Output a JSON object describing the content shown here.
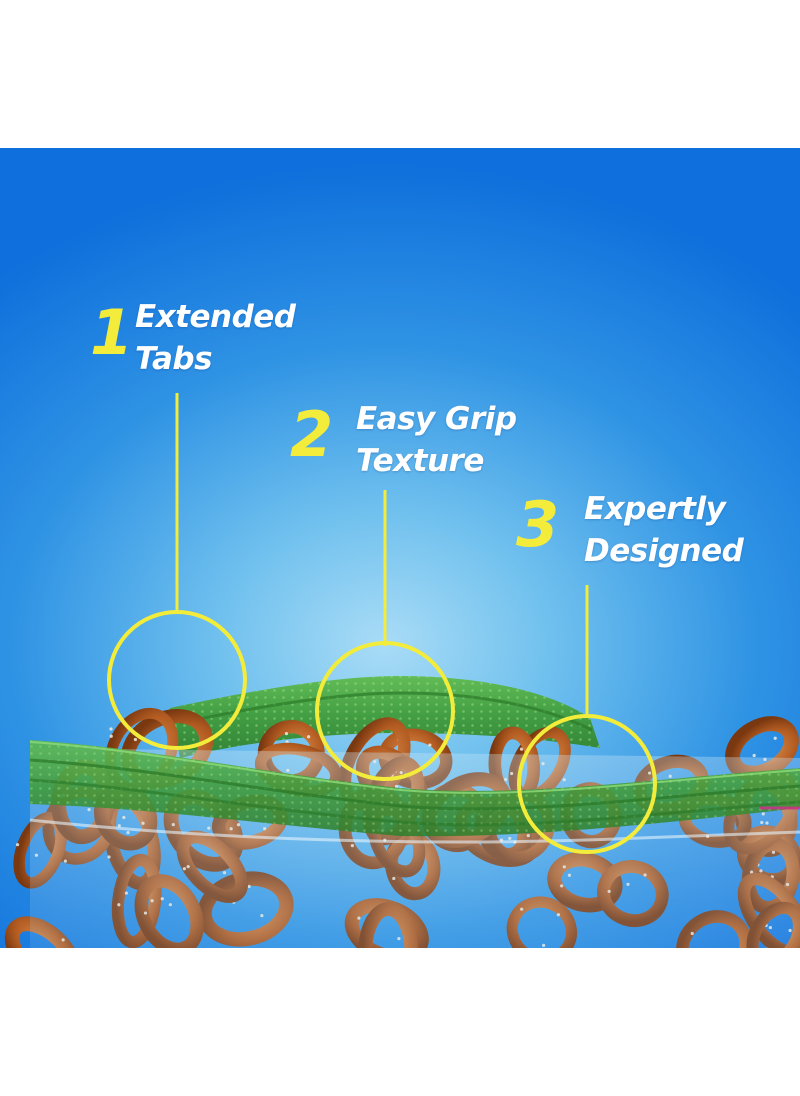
{
  "callouts": [
    {
      "number": "1",
      "line1": "Extended",
      "line2": "Tabs"
    },
    {
      "number": "2",
      "line1": "Easy Grip",
      "line2": "Texture"
    },
    {
      "number": "3",
      "line1": "Expertly",
      "line2": "Designed"
    }
  ],
  "colors": {
    "background_blue": "#1f7fe0",
    "accent_yellow": "#f3ec3a",
    "zipper_green": "#3f9b3a",
    "pretzel_brown": "#b05a22"
  }
}
